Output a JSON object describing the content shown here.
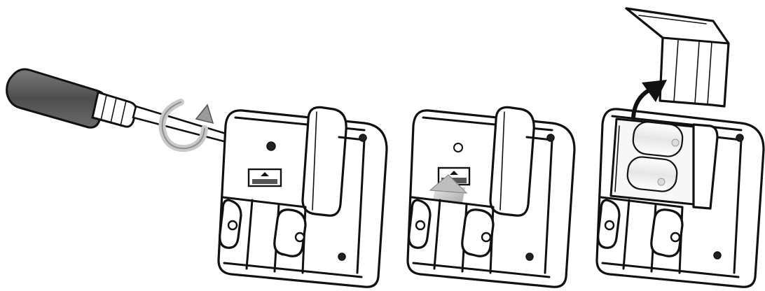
{
  "figure": {
    "steps": [
      {
        "action": "unscrew",
        "tool": "screwdriver",
        "indicator": "rotate-arrow"
      },
      {
        "action": "slide-latch",
        "indicator": "grey-arrow"
      },
      {
        "action": "open-cover-insert-batteries",
        "indicator": "lift-arrow",
        "battery_count": 2
      }
    ],
    "colors": {
      "line": "#111111",
      "handle": "#5a5a5a",
      "arrow_grey": "#bfbfbf",
      "background": "#ffffff"
    }
  }
}
